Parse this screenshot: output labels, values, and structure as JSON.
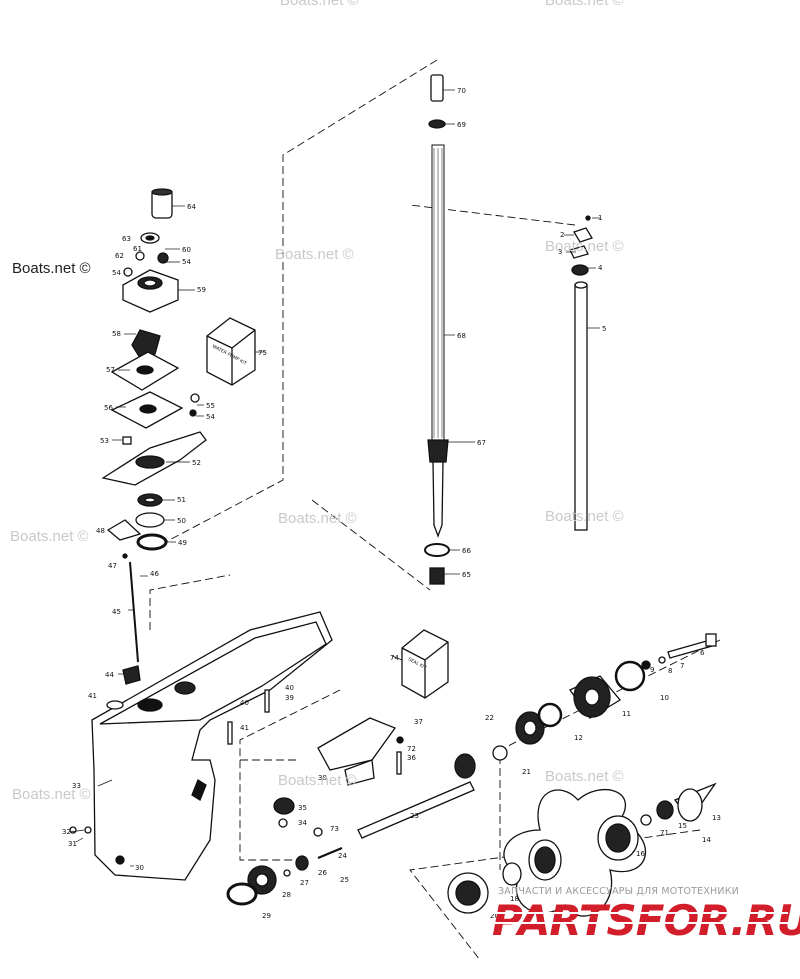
{
  "watermarks": {
    "boats": "Boats.net ©"
  },
  "promo": {
    "tagline": "ЗАПЧАСТИ И АКСЕССУАРЫ ДЛЯ МОТОТЕХНИКИ",
    "logo": "PARTSFOR.RU",
    "logo_color": "#d21d2a"
  },
  "kit_boxes": {
    "water_pump_kit": "WATER PUMP KIT",
    "seal_kit": "SEAL KIT"
  },
  "callouts": {
    "c1": "1",
    "c2": "2",
    "c3": "3",
    "c4": "4",
    "c5": "5",
    "c6": "6",
    "c7": "7",
    "c8": "8",
    "c9": "9",
    "c10": "10",
    "c11": "11",
    "c12": "12",
    "c13": "13",
    "c14": "14",
    "c15": "15",
    "c16": "16",
    "c18": "18",
    "c20": "20",
    "c21": "21",
    "c22": "22",
    "c23": "23",
    "c24": "24",
    "c25": "25",
    "c26": "26",
    "c27": "27",
    "c28": "28",
    "c29": "29",
    "c30": "30",
    "c31": "31",
    "c32": "32",
    "c33": "33",
    "c34": "34",
    "c35": "35",
    "c36": "36",
    "c37": "37",
    "c38": "38",
    "c39": "39",
    "c40": "40",
    "c41": "41",
    "c44": "44",
    "c45": "45",
    "c46": "46",
    "c47": "47",
    "c48": "48",
    "c49": "49",
    "c50": "50",
    "c51": "51",
    "c52": "52",
    "c53": "53",
    "c54": "54",
    "c55": "55",
    "c56": "56",
    "c57": "57",
    "c58": "58",
    "c59": "59",
    "c60": "60",
    "c61": "61",
    "c62": "62",
    "c63": "63",
    "c64": "64",
    "c65": "65",
    "c66": "66",
    "c67": "67",
    "c68": "68",
    "c69": "69",
    "c70": "70",
    "c71": "71",
    "c72": "72",
    "c73": "73",
    "c74": "74",
    "c75": "75"
  }
}
